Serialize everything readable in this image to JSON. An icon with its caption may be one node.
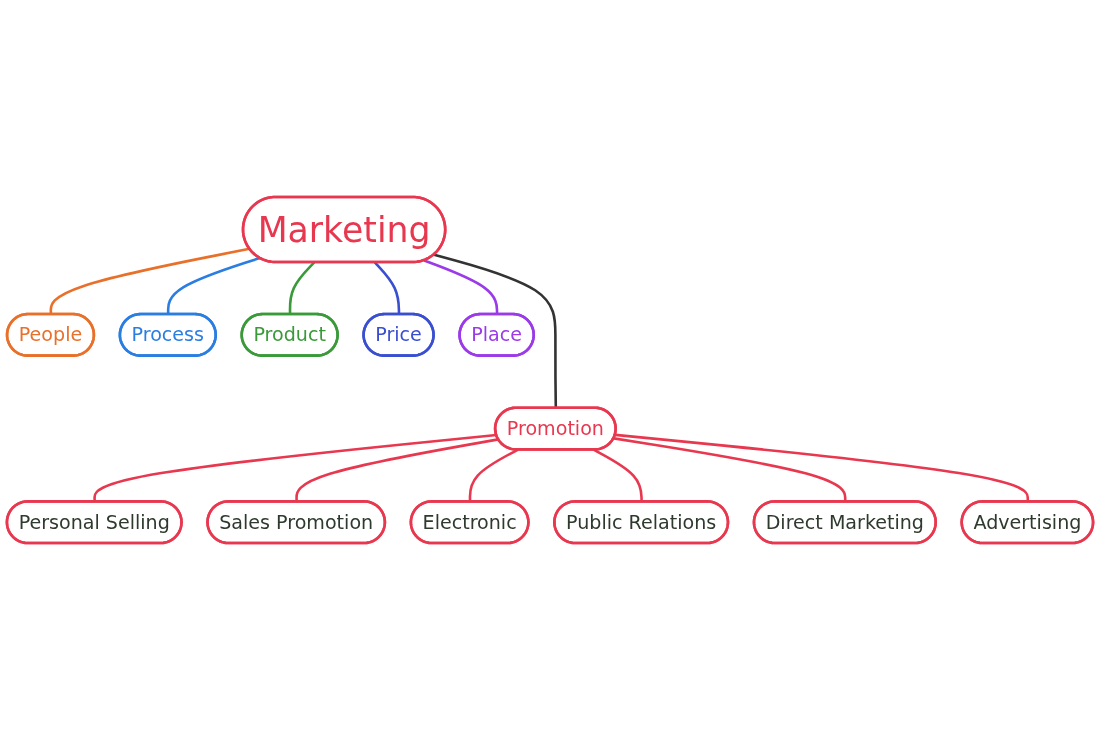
{
  "diagram": {
    "nodes": [
      {
        "text": [
          "Marketing"
        ]
      },
      {
        "text": [
          "People"
        ]
      },
      {
        "text": [
          "Process"
        ]
      },
      {
        "text": [
          "Product"
        ]
      },
      {
        "text": [
          "Price"
        ]
      },
      {
        "text": [
          "Promotion"
        ]
      },
      {
        "text": [
          "Place"
        ]
      },
      {
        "text": [
          "Personal Selling"
        ]
      },
      {
        "text": [
          "Sales Promotion"
        ]
      },
      {
        "text": [
          "Electronic"
        ]
      },
      {
        "text": [
          "Public Relations"
        ]
      },
      {
        "text": [
          "Direct Marketing"
        ]
      },
      {
        "text": [
          "Advertising"
        ]
      }
    ],
    "edges": [
      {
        "from": 0,
        "to": 1,
        "arrow": "none",
        "color": "#e8702a"
      },
      {
        "from": 0,
        "to": 2,
        "arrow": "none",
        "color": "#2a7de1"
      },
      {
        "from": 0,
        "to": 3,
        "arrow": "none",
        "color": "#3a9a3a"
      },
      {
        "from": 0,
        "to": 4,
        "arrow": "none",
        "color": "#3a4fd0"
      },
      {
        "from": 0,
        "to": 5,
        "arrow": "none",
        "color": "#333333"
      },
      {
        "from": 0,
        "to": 6,
        "arrow": "none",
        "color": "#9a3ae8"
      },
      {
        "from": 5,
        "to": 7,
        "arrow": "none"
      },
      {
        "from": 5,
        "to": 8,
        "arrow": "none"
      },
      {
        "from": 5,
        "to": 9,
        "arrow": "none"
      },
      {
        "from": 5,
        "to": 10,
        "arrow": "none"
      },
      {
        "from": 5,
        "to": 11,
        "arrow": "none"
      },
      {
        "from": 5,
        "to": 12,
        "arrow": "none"
      }
    ]
  }
}
